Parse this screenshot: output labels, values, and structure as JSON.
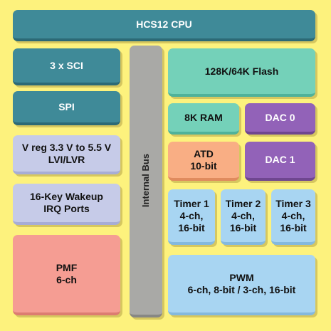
{
  "diagram": {
    "cpu": "HCS12 CPU",
    "internal_bus": "Internal Bus",
    "sci": "3 x SCI",
    "spi": "SPI",
    "vreg": [
      "V reg 3.3 V to 5.5 V",
      "LVI/LVR"
    ],
    "wakeup": [
      "16-Key Wakeup",
      "IRQ Ports"
    ],
    "pmf": [
      "PMF",
      "6-ch"
    ],
    "flash": "128K/64K Flash",
    "ram": "8K RAM",
    "dac0": "DAC 0",
    "atd": [
      "ATD",
      "10-bit"
    ],
    "dac1": "DAC 1",
    "timer1": [
      "Timer 1",
      "4-ch,",
      "16-bit"
    ],
    "timer2": [
      "Timer 2",
      "4-ch,",
      "16-bit"
    ],
    "timer3": [
      "Timer 3",
      "4-ch,",
      "16-bit"
    ],
    "pwm": [
      "PWM",
      "6-ch, 8-bit / 3-ch, 16-bit"
    ]
  },
  "colors": {
    "background": "#fdf27d",
    "cpu_block": "#3f8a98",
    "memory_block": "#74d1b9",
    "dac_block": "#9262b8",
    "atd_block": "#f9ae84",
    "timer_block": "#a8d5f2",
    "pmf_block": "#f59d93",
    "power_block": "#c6cbe8",
    "bus": "#a9a9a6"
  }
}
